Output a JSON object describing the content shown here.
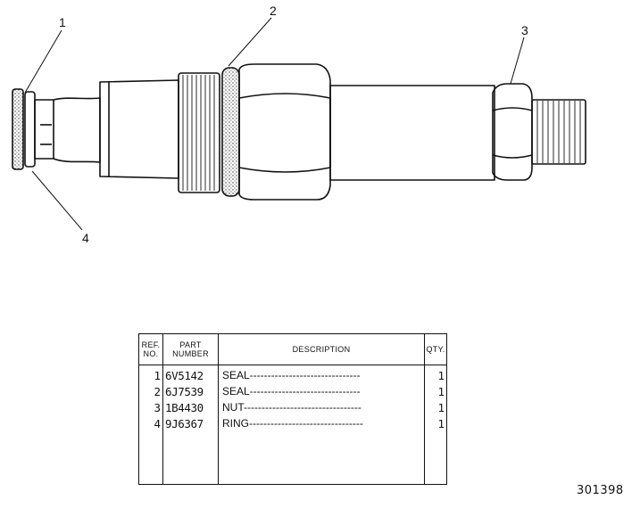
{
  "callouts": [
    "1",
    "2",
    "3",
    "4"
  ],
  "table": {
    "headers": {
      "ref": [
        "REF.",
        "NO."
      ],
      "part": [
        "PART",
        "NUMBER"
      ],
      "desc": "DESCRIPTION",
      "qty": "QTY."
    },
    "rows": [
      {
        "ref": "1",
        "part": "6V5142",
        "desc": "SEAL-------------------------------",
        "qty": "1"
      },
      {
        "ref": "2",
        "part": "6J7539",
        "desc": "SEAL-------------------------------",
        "qty": "1"
      },
      {
        "ref": "3",
        "part": "1B4430",
        "desc": "NUT---------------------------------",
        "qty": "1"
      },
      {
        "ref": "4",
        "part": "9J6367",
        "desc": "RING--------------------------------",
        "qty": "1"
      }
    ]
  },
  "figure_number": "301398"
}
